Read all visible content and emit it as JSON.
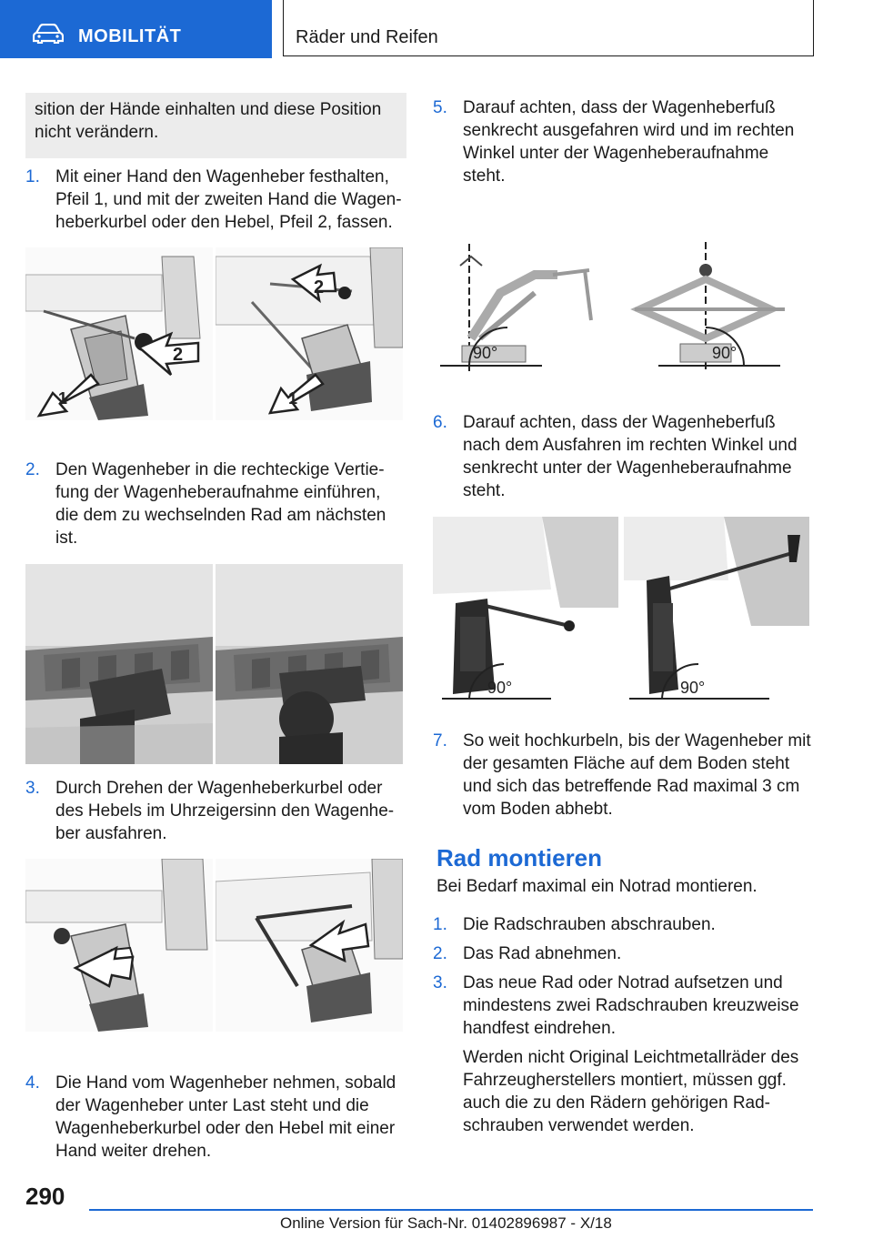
{
  "header": {
    "section": "MOBILITÄT",
    "subsection": "Räder und Reifen",
    "section_icon": "car-icon",
    "accent": "#1c69d4"
  },
  "left": {
    "note_lines": [
      "sition der Hände einhalten und diese Position",
      "nicht verändern."
    ],
    "step1": {
      "num": "1.",
      "lines": [
        "Mit einer Hand den Wagenheber festhalten,",
        "Pfeil 1, und mit der zweiten Hand die Wagen‐",
        "heberkurbel oder den Hebel, Pfeil 2, fassen."
      ]
    },
    "step2": {
      "num": "2.",
      "lines": [
        "Den Wagenheber in die rechteckige Vertie‐",
        "fung der Wagenheberaufnahme einführen,",
        "die dem zu wechselnden Rad am nächsten",
        "ist."
      ]
    },
    "step3": {
      "num": "3.",
      "lines": [
        "Durch Drehen der Wagenheberkurbel oder",
        "des Hebels im Uhrzeigersinn den Wagenhe‐",
        "ber ausfahren."
      ]
    },
    "step4": {
      "num": "4.",
      "lines": [
        "Die Hand vom Wagenheber nehmen, sobald",
        "der Wagenheber unter Last steht und die",
        "Wagenheberkurbel oder den Hebel mit einer",
        "Hand weiter drehen."
      ]
    },
    "fig1_labels": [
      "2",
      "1",
      "2",
      "1"
    ]
  },
  "right": {
    "step5": {
      "num": "5.",
      "lines": [
        "Darauf achten, dass der Wagenheberfuß",
        "senkrecht ausgefahren wird und im rechten",
        "Winkel unter der Wagenheberaufnahme",
        "steht."
      ]
    },
    "fig5_labels": [
      "90°",
      "90°"
    ],
    "step6": {
      "num": "6.",
      "lines": [
        "Darauf achten, dass der Wagenheberfuß",
        "nach dem Ausfahren im rechten Winkel und",
        "senkrecht unter der Wagenheberaufnahme",
        "steht."
      ]
    },
    "fig6_labels": [
      "90°",
      "90°"
    ],
    "step7": {
      "num": "7.",
      "lines": [
        "So weit hochkurbeln, bis der Wagenheber mit",
        "der gesamten Fläche auf dem Boden steht",
        "und sich das betreffende Rad maximal 3 cm",
        "vom Boden abhebt."
      ]
    },
    "heading": "Rad montieren",
    "intro": "Bei Bedarf maximal ein Notrad montieren.",
    "m1": {
      "num": "1.",
      "text": "Die Radschrauben abschrauben."
    },
    "m2": {
      "num": "2.",
      "text": "Das Rad abnehmen."
    },
    "m3": {
      "num": "3.",
      "lines": [
        "Das neue Rad oder Notrad aufsetzen und",
        "mindestens zwei Radschrauben kreuzweise",
        "handfest eindrehen."
      ]
    },
    "m3_note": [
      "Werden nicht Original Leichtmetallräder des",
      "Fahrzeugherstellers montiert, müssen ggf.",
      "auch die zu den Rädern gehörigen Rad‐",
      "schrauben verwendet werden."
    ]
  },
  "footer": {
    "page": "290",
    "online": "Online Version für Sach-Nr. 01402896987 - X/18"
  }
}
